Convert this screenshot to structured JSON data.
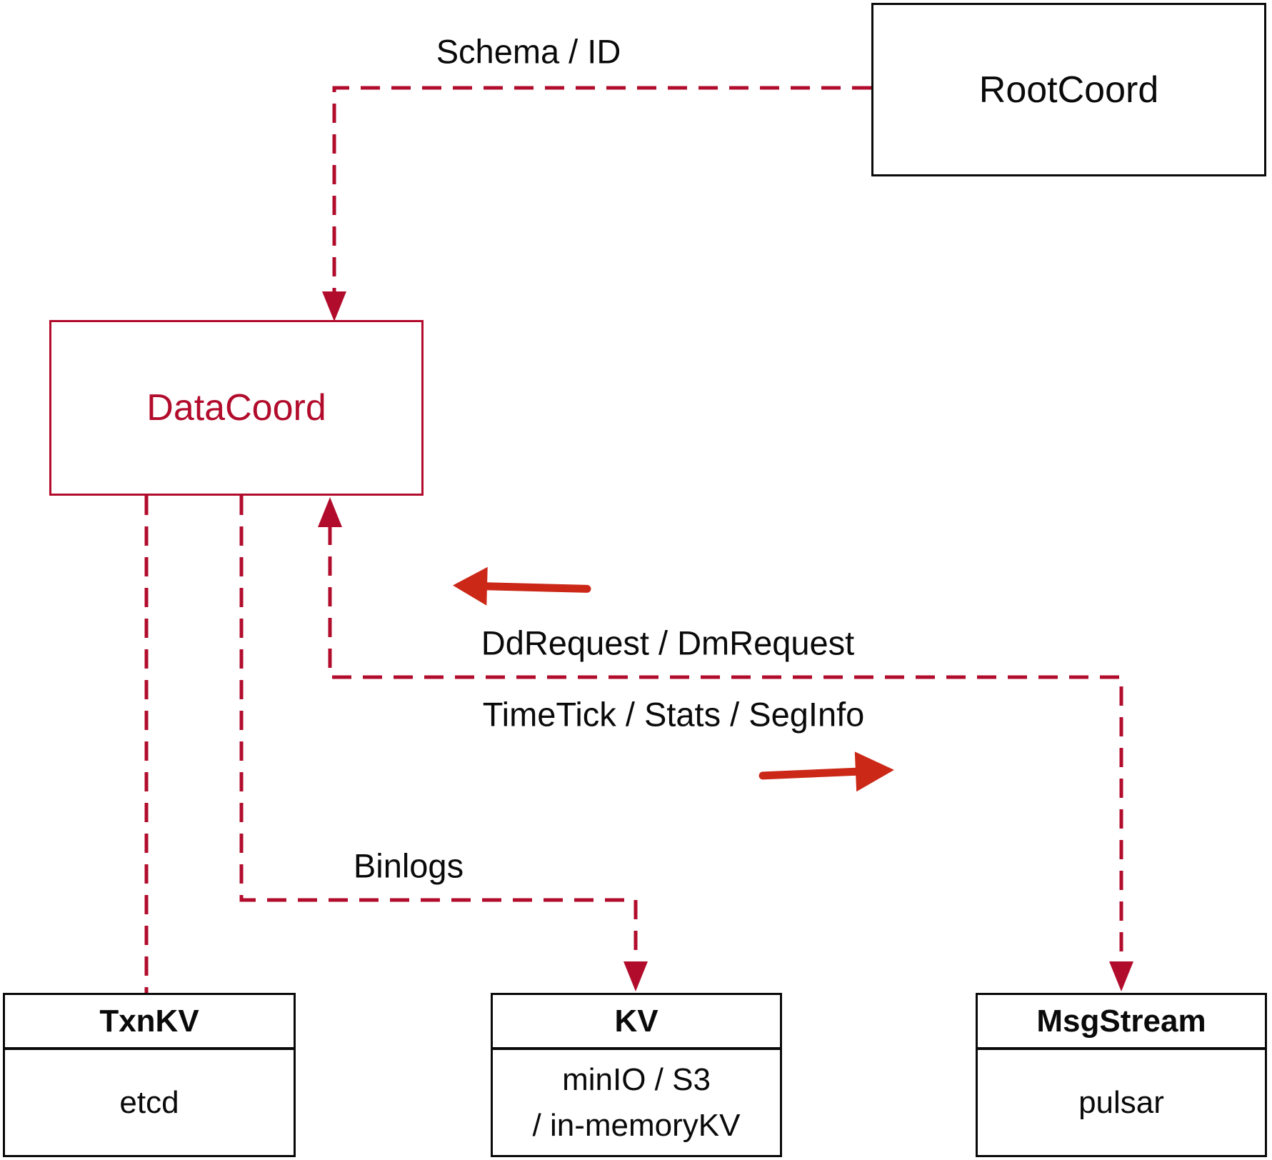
{
  "diagram": {
    "nodes": {
      "root_coord": {
        "label": "RootCoord"
      },
      "data_coord": {
        "label": "DataCoord"
      },
      "txn_kv": {
        "title": "TxnKV",
        "body": "etcd"
      },
      "kv": {
        "title": "KV",
        "body_line1": "minIO / S3",
        "body_line2": "/ in-memoryKV"
      },
      "msg_stream": {
        "title": "MsgStream",
        "body": "pulsar"
      }
    },
    "edges": {
      "schema_id_label": "Schema / ID",
      "dd_request_label": "DdRequest / DmRequest",
      "time_tick_label": "TimeTick / Stats / SegInfo",
      "binlogs_label": "Binlogs"
    },
    "colors": {
      "dashed_crimson": "#b20c2c",
      "solid_arrow_red": "#cb2817",
      "box_border_black": "#0a0a0a",
      "background": "#ffffff"
    }
  }
}
